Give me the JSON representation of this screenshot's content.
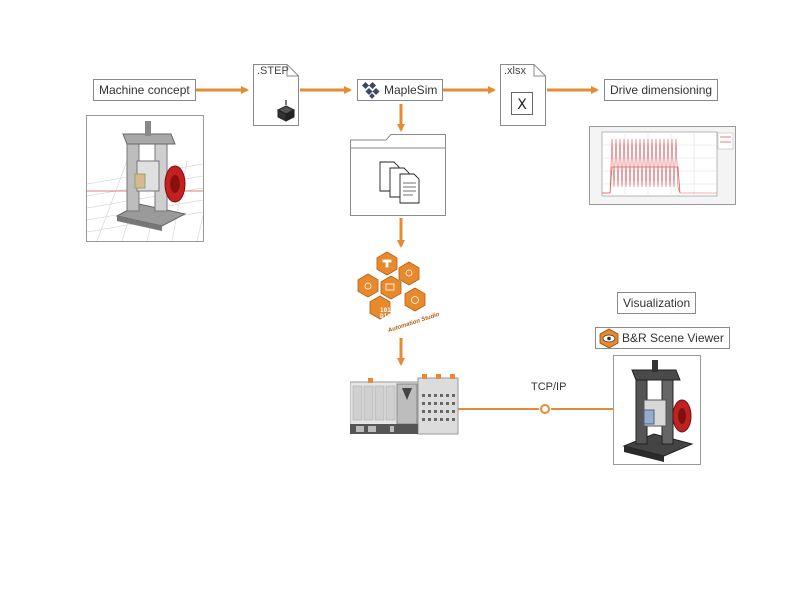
{
  "nodes": {
    "machine_concept": "Machine concept",
    "step_file": ".STEP",
    "maplesim": "MapleSim",
    "xlsx_file": ".xlsx",
    "drive_dimensioning": "Drive dimensioning",
    "visualization": "Visualization",
    "scene_viewer": "B&R Scene Viewer",
    "automation_studio": "Automation Studio"
  },
  "connections": {
    "protocol": "TCP/IP"
  },
  "colors": {
    "arrow": "#e48b35",
    "hex": "#e88a2c",
    "plot_line": "#e06060",
    "box_border": "#8a8a8a"
  },
  "icons": [
    "cube-icon",
    "maplesim-logo-icon",
    "excel-x-icon",
    "folder-icon",
    "documents-icon",
    "automation-studio-hex-icon",
    "scene-viewer-icon"
  ]
}
